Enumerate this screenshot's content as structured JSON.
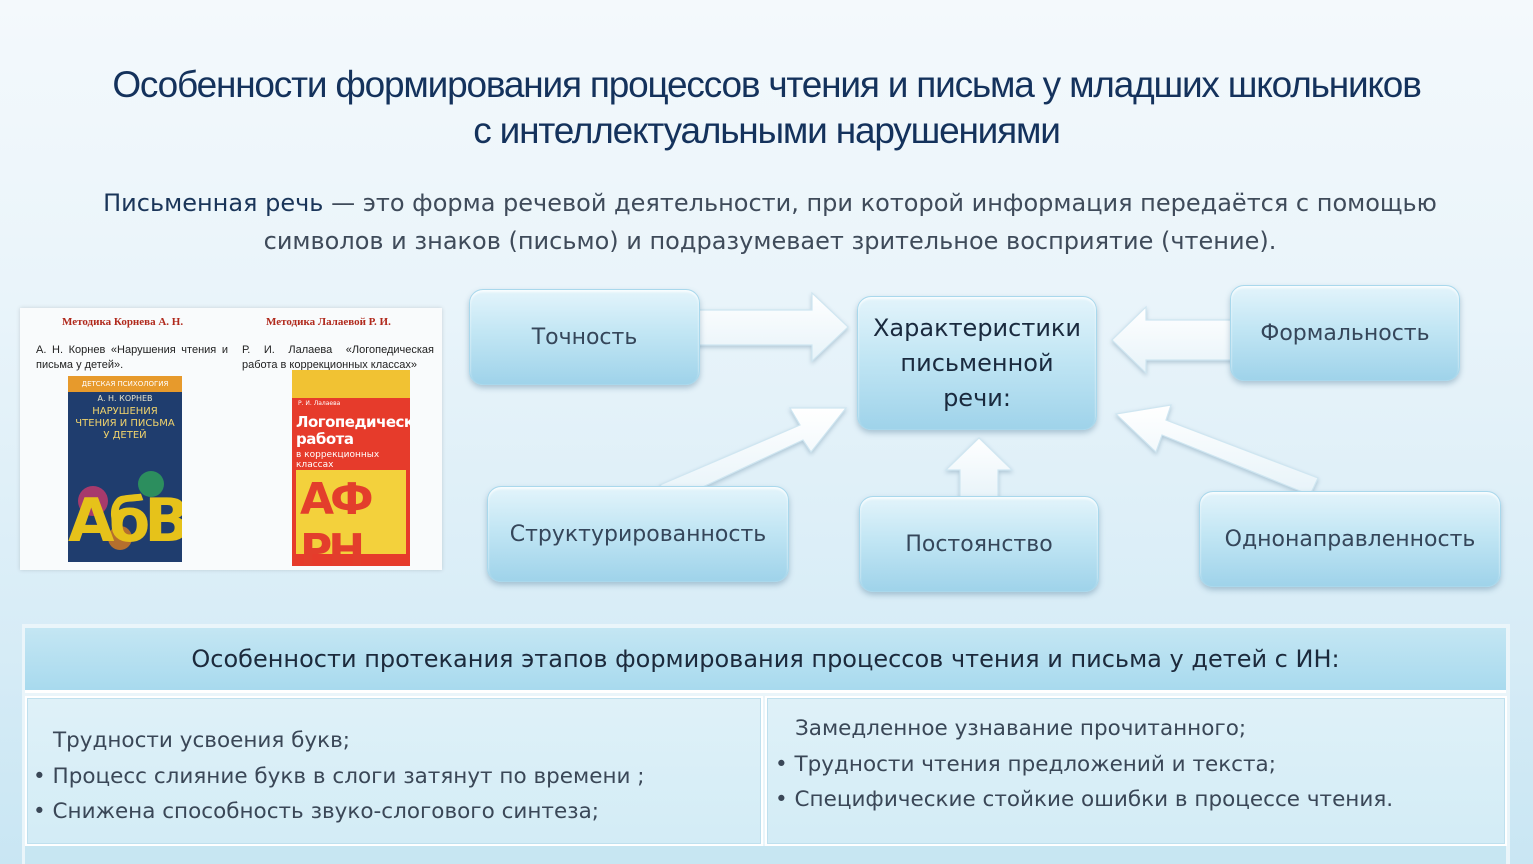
{
  "title": {
    "line1": "Особенности формирования процессов чтения и письма у младших школьников",
    "line2": "с интеллектуальными нарушениями"
  },
  "definition": {
    "term": "Письменная речь",
    "rest_line1": " — это форма речевой деятельности, при которой информация передаётся с помощью",
    "line2": "символов и знаков (письмо) и подразумевает зрительное восприятие (чтение)."
  },
  "books": {
    "left": {
      "heading": "Методика Корнева А. Н.",
      "text": "А. Н. Корнев «Нарушения чтения и письма у детей».",
      "cover_series": "ДЕТСКАЯ ПСИХОЛОГИЯ",
      "cover_author": "А. Н. КОРНЕВ",
      "cover_title": "НАРУШЕНИЯ ЧТЕНИЯ И ПИСЬМА У ДЕТЕЙ",
      "cover_letters": "АбВ"
    },
    "right": {
      "heading": "Методика Лалаевой Р. И.",
      "text": "Р. И. Лалаева «Логопедическая работа в коррекционных классах»",
      "cover_author": "Р. И. Лалаева",
      "cover_title": "Логопедическая работа",
      "cover_subtitle": "в коррекционных классах",
      "cover_letters": "АФ РН"
    }
  },
  "diagram": {
    "center": "Характеристики письменной речи:",
    "nodes": {
      "accuracy": "Точность",
      "formality": "Формальность",
      "structure": "Структурированность",
      "constancy": "Постоянство",
      "unidirectional": "Однонаправленность"
    }
  },
  "table": {
    "header": "Особенности протекания этапов формирования процессов чтения и письма у детей с ИН:",
    "left": {
      "intro": "Трудности усвоения букв;",
      "items": [
        "Процесс слияние букв в слоги затянут по времени ;",
        "Снижена способность звуко-слогового синтеза;"
      ]
    },
    "right": {
      "intro": "Замедленное узнавание прочитанного;",
      "items": [
        "Трудности чтения предложений и текста;",
        "Специфические стойкие ошибки в процессе чтения."
      ]
    },
    "bullet": "•"
  },
  "colors": {
    "title": "#14325c",
    "box_top": "#e3f4fb",
    "box_bottom": "#9fd3ea",
    "arrow": "#ffffff"
  }
}
